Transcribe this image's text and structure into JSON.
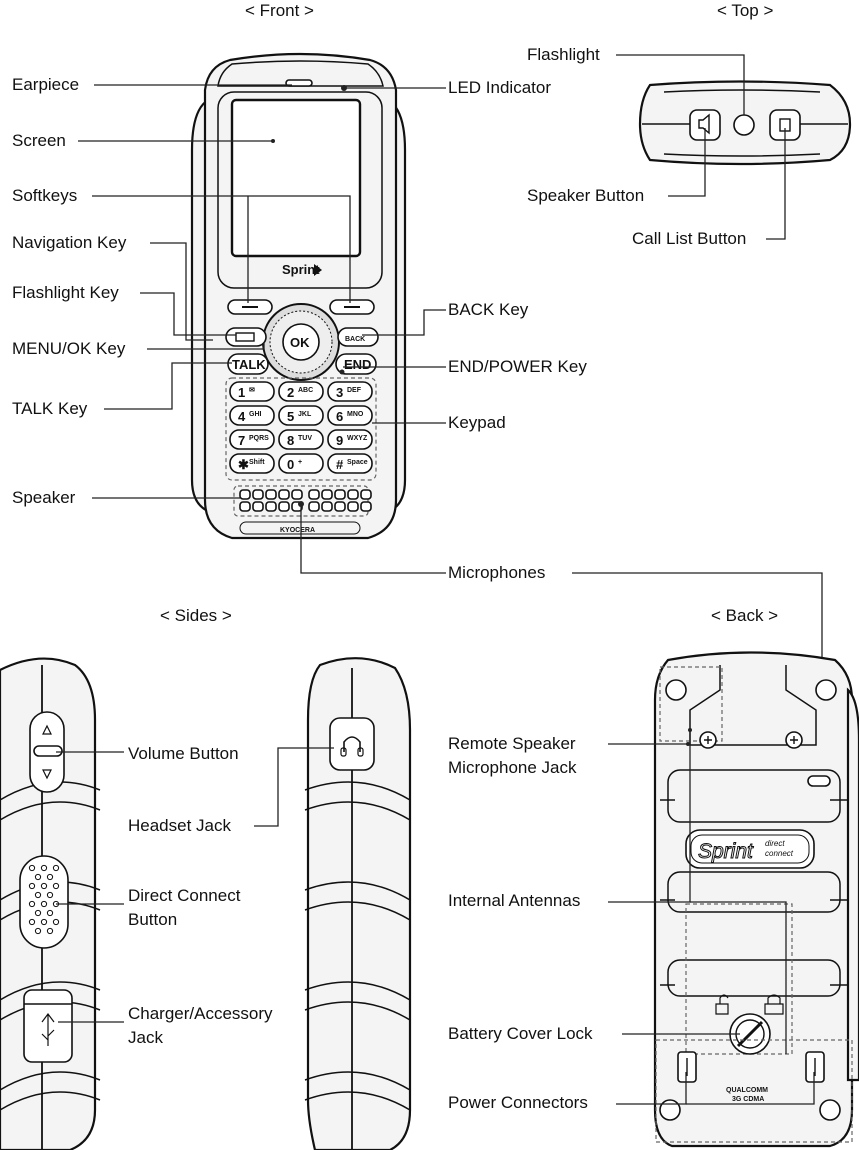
{
  "sections": {
    "front": "< Front >",
    "top": "< Top >",
    "sides": "< Sides >",
    "back": "< Back >"
  },
  "front_labels": {
    "earpiece": "Earpiece",
    "screen": "Screen",
    "softkeys": "Softkeys",
    "navigation_key": "Navigation Key",
    "flashlight_key": "Flashlight Key",
    "menu_ok_key": "MENU/OK Key",
    "talk_key": "TALK Key",
    "speaker": "Speaker",
    "led_indicator": "LED Indicator",
    "back_key": "BACK Key",
    "end_power_key": "END/POWER Key",
    "keypad": "Keypad",
    "microphones": "Microphones"
  },
  "top_labels": {
    "flashlight": "Flashlight",
    "speaker_button": "Speaker Button",
    "call_list_button": "Call List Button"
  },
  "side_labels": {
    "volume_button": "Volume Button",
    "headset_jack": "Headset Jack",
    "direct_connect_line1": "Direct Connect",
    "direct_connect_line2": "Button",
    "charger_line1": "Charger/Accessory",
    "charger_line2": "Jack"
  },
  "back_labels": {
    "remote_speaker_line1": "Remote Speaker",
    "remote_speaker_line2": "Microphone Jack",
    "internal_antennas": "Internal Antennas",
    "battery_cover_lock": "Battery Cover Lock",
    "power_connectors": "Power Connectors"
  },
  "device_text": {
    "brand": "Sprint",
    "brand_sub1": "direct",
    "brand_sub2": "connect",
    "maker": "KYOCERA",
    "chip1": "QUALCOMM",
    "chip2": "3G CDMA",
    "ok": "OK",
    "talk": "TALK",
    "end": "END",
    "back": "BACK"
  },
  "keypad": [
    {
      "main": "1",
      "sub": "✉"
    },
    {
      "main": "2",
      "sub": "ABC"
    },
    {
      "main": "3",
      "sub": "DEF"
    },
    {
      "main": "4",
      "sub": "GHI"
    },
    {
      "main": "5",
      "sub": "JKL"
    },
    {
      "main": "6",
      "sub": "MNO"
    },
    {
      "main": "7",
      "sub": "PQRS"
    },
    {
      "main": "8",
      "sub": "TUV"
    },
    {
      "main": "9",
      "sub": "WXYZ"
    },
    {
      "main": "✱",
      "sub": "Shift"
    },
    {
      "main": "0",
      "sub": "+"
    },
    {
      "main": "#",
      "sub": "Space"
    }
  ],
  "colors": {
    "line": "#222222",
    "body_fill": "#f4f4f4"
  }
}
